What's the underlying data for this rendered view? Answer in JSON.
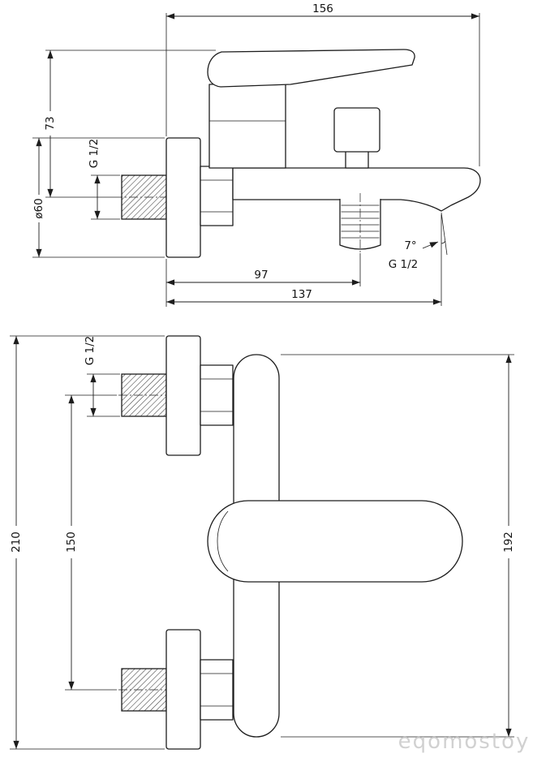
{
  "colors": {
    "line": "#1d1d1d",
    "watermark_gray": "#c9c9c9"
  },
  "watermark": "eqomostoy",
  "side_view": {
    "dim_width": "156",
    "dim_height": "73",
    "dim_inlet_thread": "G 1/2",
    "dim_flange": "ø60",
    "dim_outlet_offset": "97",
    "dim_spout_reach": "137",
    "dim_angle": "7°",
    "dim_outlet_thread": "G 1/2"
  },
  "front_view": {
    "dim_total_height": "210",
    "dim_port_spacing": "150",
    "dim_inlet_thread": "G 1/2",
    "dim_body_height": "192"
  }
}
